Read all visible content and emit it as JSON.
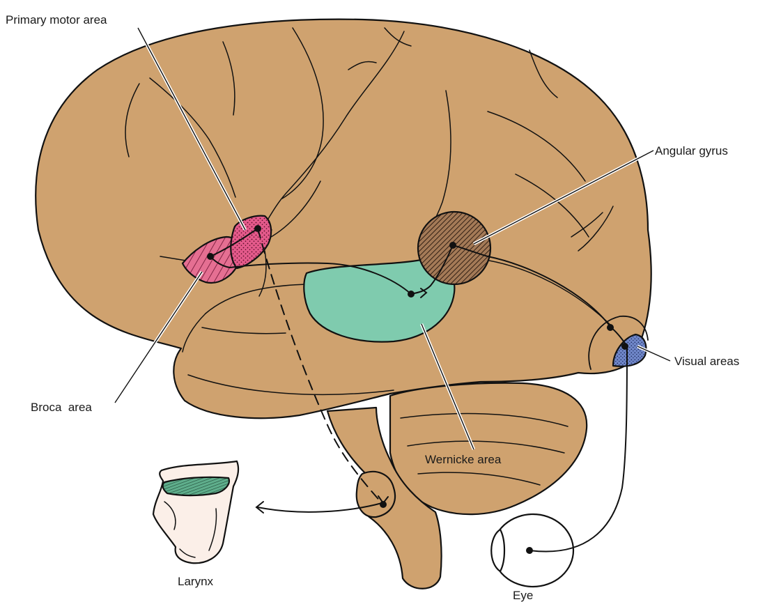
{
  "labels": {
    "primary_motor_area": "Primary motor area",
    "angular_gyrus": "Angular gyrus",
    "visual_areas": "Visual areas",
    "broca_area": "Broca  area",
    "wernicke_area": "Wernicke area",
    "larynx": "Larynx",
    "eye": "Eye"
  },
  "colors": {
    "cortex": "#cfa26f",
    "broca": "#e56f92",
    "motor": "#e45a8b",
    "wernicke": "#7fcbae",
    "angular": "#7a5840",
    "visual": "#6f86c8",
    "larynx_tissue": "#fbefe8",
    "vocal_folds": "#5fae8c"
  }
}
